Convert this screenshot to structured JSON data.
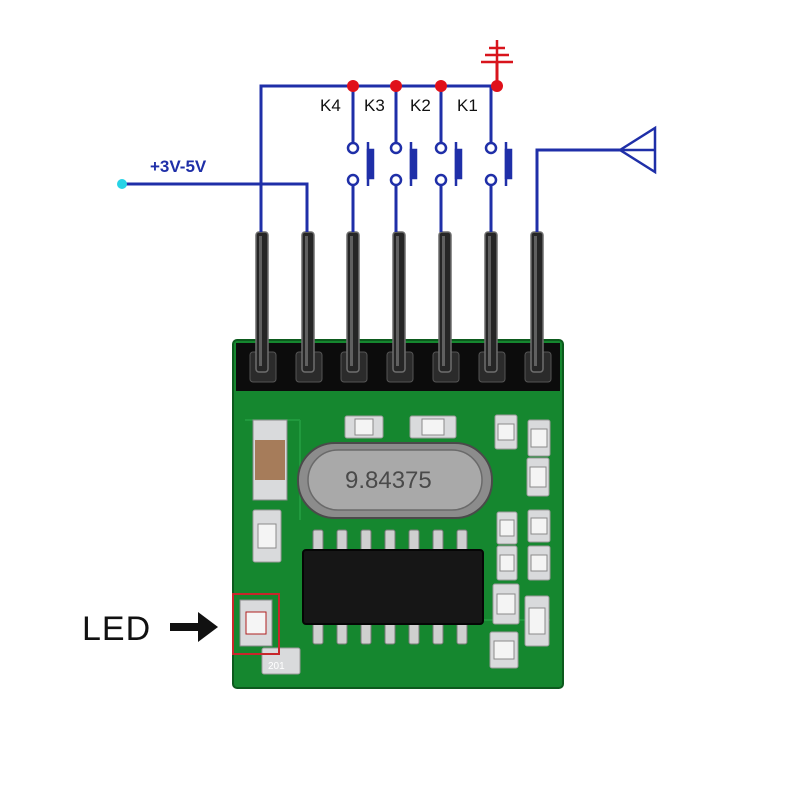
{
  "labels": {
    "switches": [
      "K4",
      "K3",
      "K2",
      "K1"
    ],
    "supply": "+3V-5V",
    "pin_minus": "−",
    "pin_plus": "+",
    "led": "LED",
    "crystal": "9.84375",
    "silk": "201"
  },
  "colors": {
    "wire": "#1f2fa8",
    "node": "#e0101a",
    "board": "#15872f",
    "supply_dot": "#27d3e6",
    "highlight_box": "#c8262b"
  },
  "icons": [
    "ground-symbol",
    "antenna-symbol",
    "arrow-right"
  ]
}
